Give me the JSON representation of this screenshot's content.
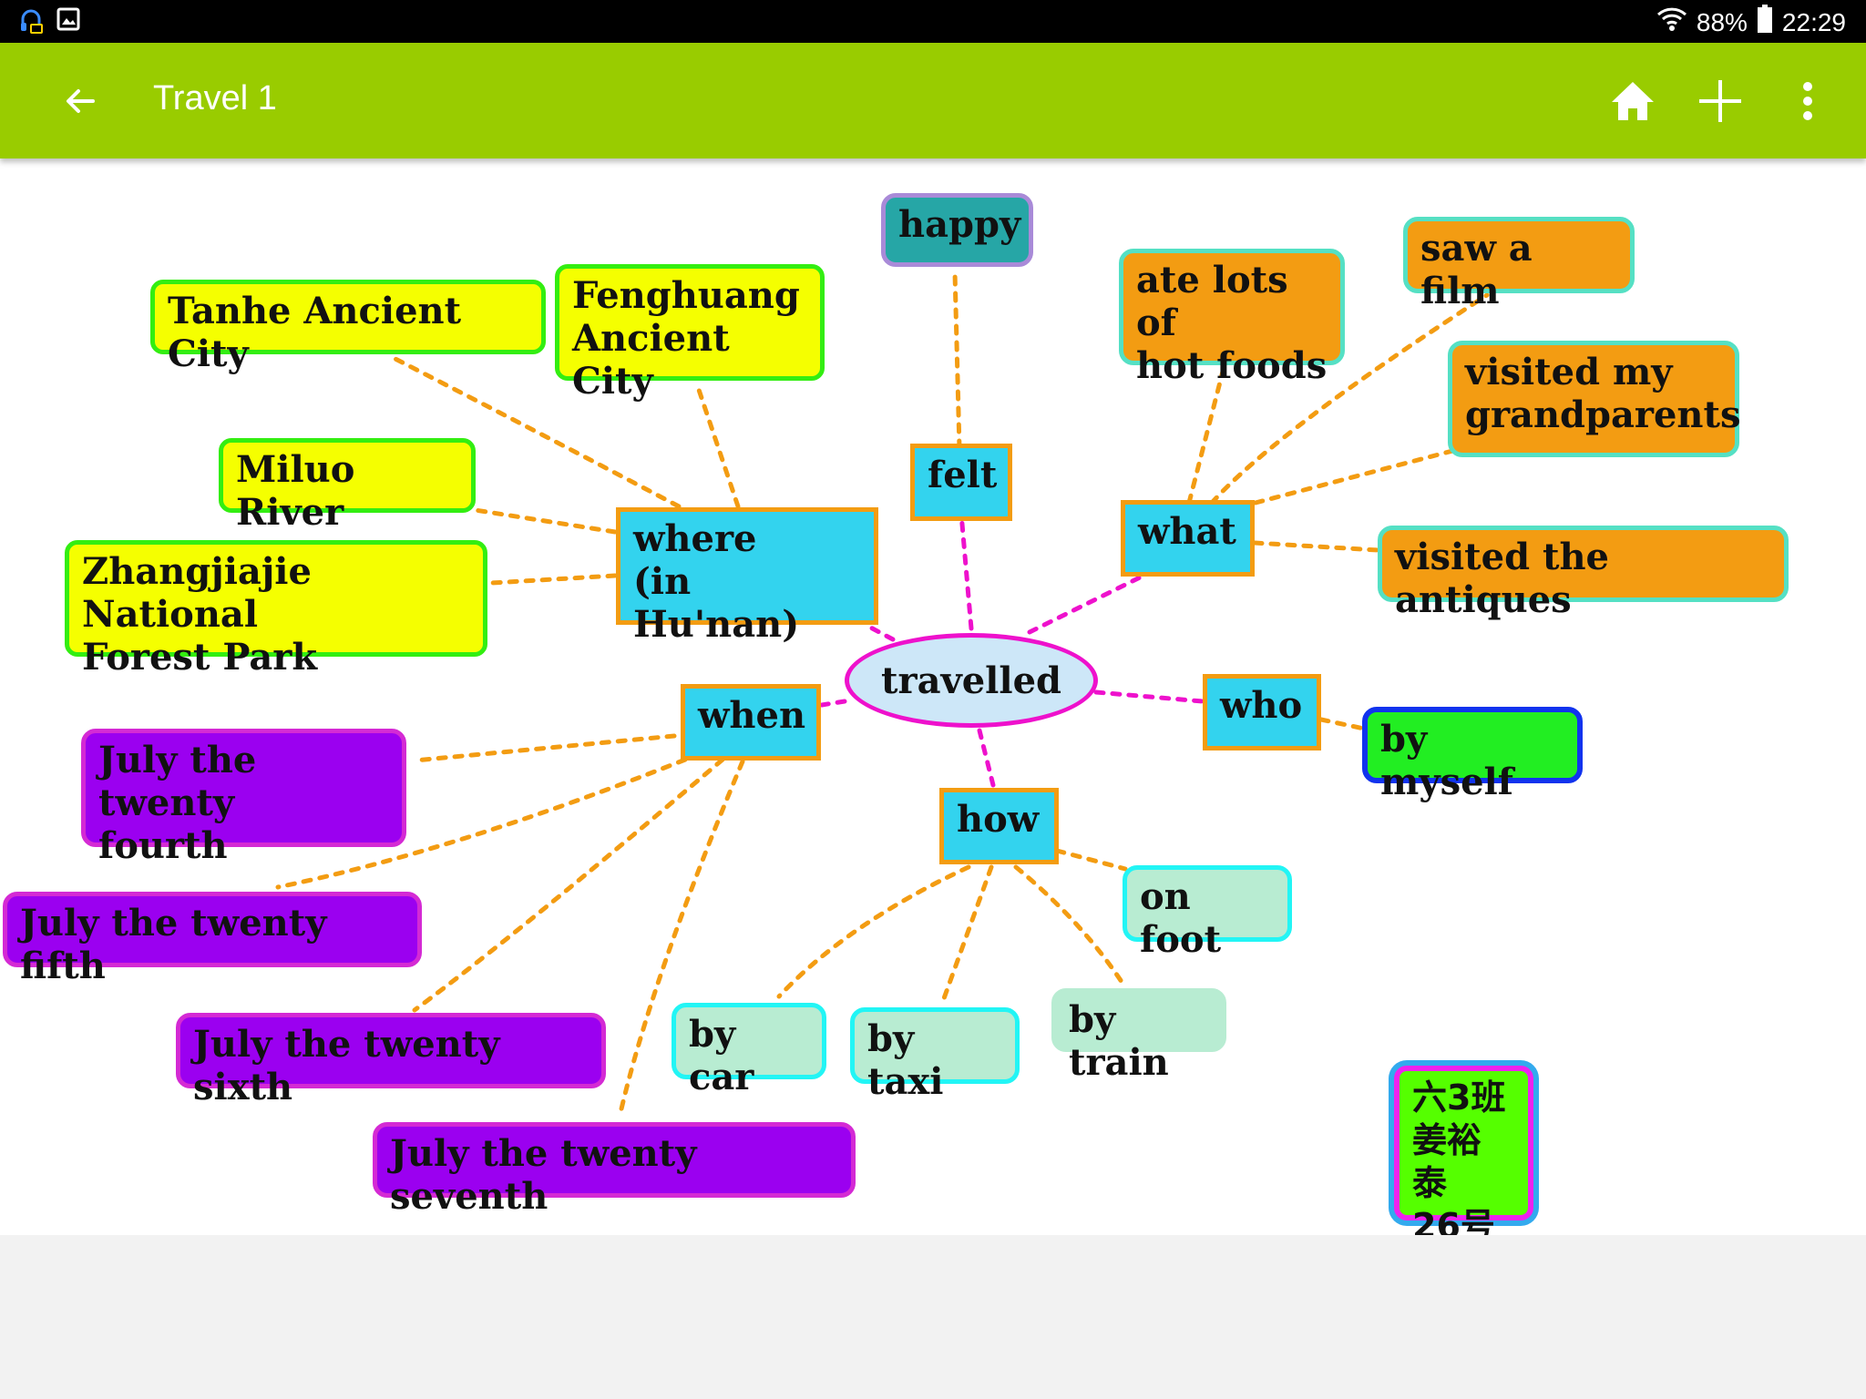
{
  "status_bar": {
    "battery": "88%",
    "time": "22:29"
  },
  "app_bar": {
    "title": "Travel 1"
  },
  "mindmap": {
    "center": "travelled",
    "felt": "felt",
    "happy": "happy",
    "where": "where\n(in  Hu'nan)",
    "tanhe": "Tanhe Ancient City",
    "fenghuang": "Fenghuang\nAncient City",
    "miluo": "Miluo River",
    "zhangjiajie": "Zhangjiajie National\nForest Park",
    "what": "what",
    "ate": "ate lots of\nhot foods",
    "film": "saw a film",
    "grandparents": "visited my\ngrandparents",
    "antiques": "visited the antiques",
    "who": "who",
    "myself": "by myself",
    "when": "when",
    "jul24": "July the twenty\nfourth",
    "jul25": "July the twenty fifth",
    "jul26": "July the twenty sixth",
    "jul27": "July the twenty seventh",
    "how": "how",
    "foot": "on foot",
    "car": "by car",
    "taxi": "by taxi",
    "train": "by train",
    "signature": "六3班\n姜裕泰\n26号"
  },
  "colors": {
    "app_bar": "#99cc00",
    "category_link": "#ee11cc",
    "leaf_link": "#f39c12"
  }
}
